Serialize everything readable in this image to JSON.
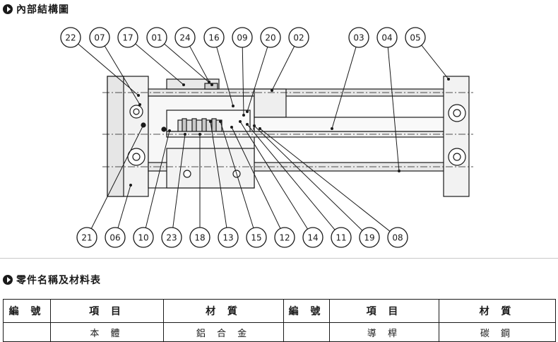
{
  "headings": {
    "structure": "內部結構圖",
    "parts": "零件名稱及材料表"
  },
  "callouts": [
    "22",
    "07",
    "17",
    "01",
    "24",
    "16",
    "09",
    "20",
    "02",
    "03",
    "04",
    "05",
    "21",
    "06",
    "10",
    "23",
    "18",
    "13",
    "15",
    "12",
    "14",
    "11",
    "19",
    "08"
  ],
  "table": {
    "headers": [
      "編 號",
      "項 目",
      "材 質",
      "編 號",
      "項 目",
      "材 質"
    ],
    "first_row_partial": [
      "",
      "本 體",
      "鋁 合 金",
      "",
      "導 桿",
      "碳 鋼"
    ]
  }
}
